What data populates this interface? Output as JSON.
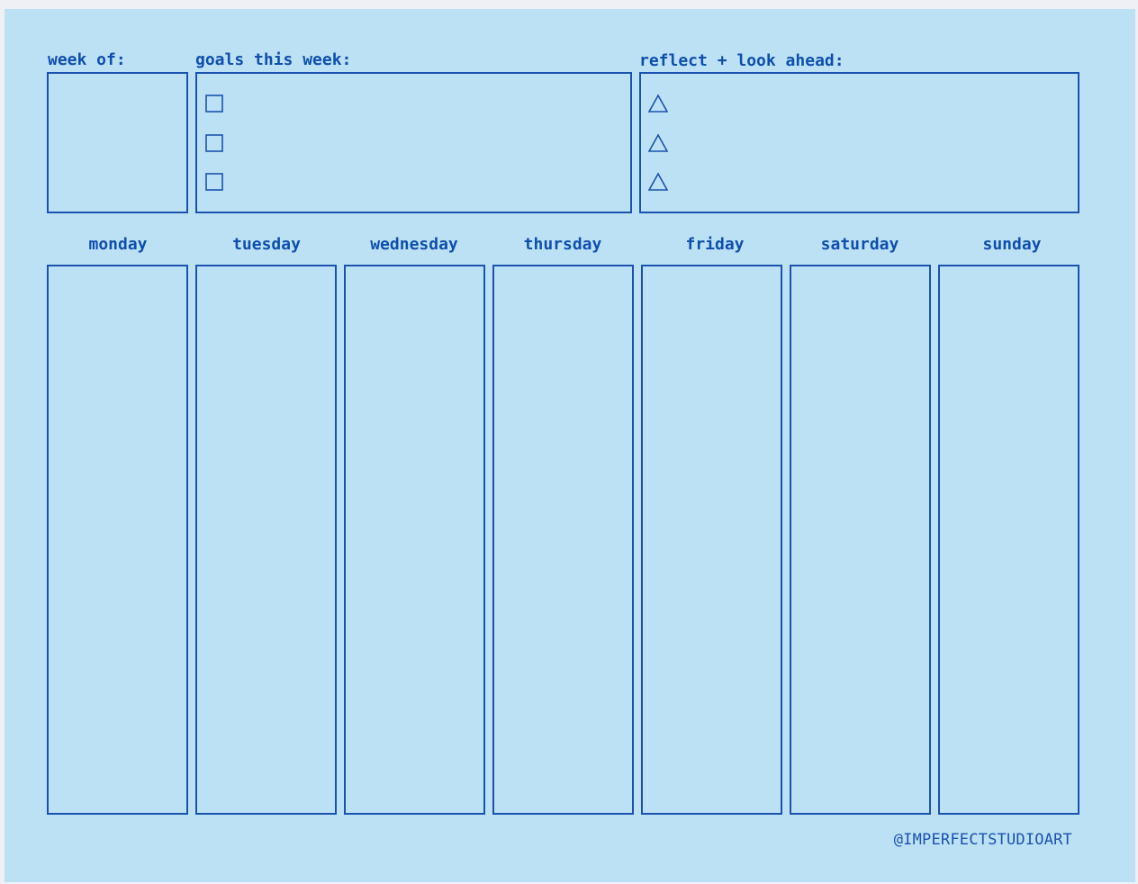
{
  "header": {
    "week_of_label": "week of:",
    "goals_label": "goals this week:",
    "reflect_label": "reflect + look ahead:"
  },
  "goals": {
    "icon": "checkbox-icon",
    "items": [
      "",
      "",
      ""
    ]
  },
  "reflect": {
    "icon": "triangle-icon",
    "items": [
      "",
      "",
      ""
    ]
  },
  "days": [
    "monday",
    "tuesday",
    "wednesday",
    "thursday",
    "friday",
    "saturday",
    "sunday"
  ],
  "footer": {
    "credit": "@IMPERFECTSTUDIOART"
  },
  "colors": {
    "background": "#bde1f4",
    "ink": "#1a52b0"
  }
}
